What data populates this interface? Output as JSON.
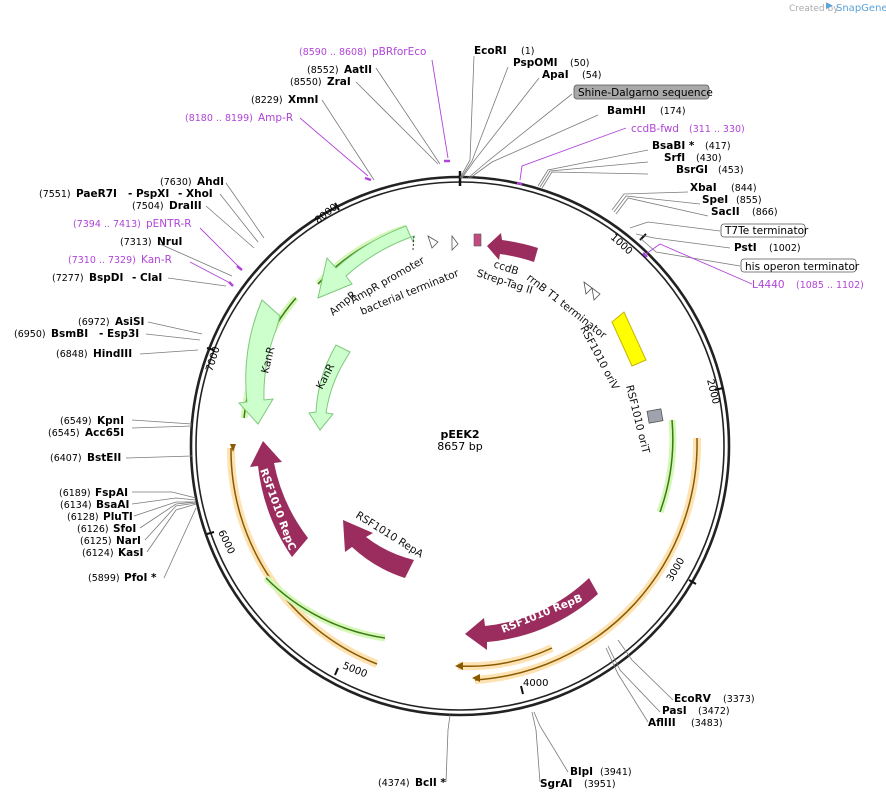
{
  "credit": {
    "prefix": "Created by",
    "brand": "SnapGene"
  },
  "plasmid": {
    "name": "pEEK2",
    "length": "8657 bp"
  },
  "ticks": [
    "1000",
    "2000",
    "3000",
    "4000",
    "5000",
    "6000",
    "7000",
    "8000"
  ],
  "sites": [
    {
      "name": "EcoRI",
      "pos": "(1)"
    },
    {
      "name": "PspOMI",
      "pos": "(50)"
    },
    {
      "name": "ApaI",
      "pos": "(54)"
    },
    {
      "name": "BamHI",
      "pos": "(174)"
    },
    {
      "name": "BsaBI *",
      "pos": "(417)"
    },
    {
      "name": "SrfI",
      "pos": "(430)"
    },
    {
      "name": "BsrGI",
      "pos": "(453)"
    },
    {
      "name": "XbaI",
      "pos": "(844)"
    },
    {
      "name": "SpeI",
      "pos": "(855)"
    },
    {
      "name": "SacII",
      "pos": "(866)"
    },
    {
      "name": "PstI",
      "pos": "(1002)"
    },
    {
      "name": "EcoRV",
      "pos": "(3373)"
    },
    {
      "name": "PasI",
      "pos": "(3472)"
    },
    {
      "name": "AflIII",
      "pos": "(3483)"
    },
    {
      "name": "BlpI",
      "pos": "(3941)"
    },
    {
      "name": "SgrAI",
      "pos": "(3951)"
    },
    {
      "name": "BclI *",
      "pos": "(4374)"
    },
    {
      "name": "PfoI *",
      "pos": "(5899)"
    },
    {
      "name": "KasI",
      "pos": "(6124)"
    },
    {
      "name": "NarI",
      "pos": "(6125)"
    },
    {
      "name": "SfoI",
      "pos": "(6126)"
    },
    {
      "name": "PluTI",
      "pos": "(6128)"
    },
    {
      "name": "BsaAI",
      "pos": "(6134)"
    },
    {
      "name": "FspAI",
      "pos": "(6189)"
    },
    {
      "name": "BstEII",
      "pos": "(6407)"
    },
    {
      "name": "Acc65I",
      "pos": "(6545)"
    },
    {
      "name": "KpnI",
      "pos": "(6549)"
    },
    {
      "name": "HindIII",
      "pos": "(6848)"
    },
    {
      "name": "BsmBI",
      "pos": "(6950)"
    },
    {
      "name": "Esp3I",
      "pos": ""
    },
    {
      "name": "AsiSI",
      "pos": "(6972)"
    },
    {
      "name": "BspDI",
      "pos": "(7277)"
    },
    {
      "name": "ClaI",
      "pos": ""
    },
    {
      "name": "NruI",
      "pos": "(7313)"
    },
    {
      "name": "DraIII",
      "pos": "(7504)"
    },
    {
      "name": "PaeR7I",
      "pos": "(7551)"
    },
    {
      "name": "PspXI",
      "pos": ""
    },
    {
      "name": "XhoI",
      "pos": ""
    },
    {
      "name": "AhdI",
      "pos": "(7630)"
    },
    {
      "name": "XmnI",
      "pos": "(8229)"
    },
    {
      "name": "ZraI",
      "pos": "(8550)"
    },
    {
      "name": "AatII",
      "pos": "(8552)"
    }
  ],
  "primers": [
    {
      "name": "pBRforEco",
      "range": "(8590 .. 8608)"
    },
    {
      "name": "Amp-R",
      "range": "(8180 .. 8199)"
    },
    {
      "name": "ccdB-fwd",
      "range": "(311 .. 330)"
    },
    {
      "name": "pENTR-R",
      "range": "(7394 .. 7413)"
    },
    {
      "name": "Kan-R",
      "range": "(7310 .. 7329)"
    },
    {
      "name": "L4440",
      "range": "(1085 .. 1102)"
    }
  ],
  "boxed_features": [
    "Shine-Dalgarno sequence",
    "T7Te terminator",
    "his operon terminator"
  ],
  "features": [
    "ccdB",
    "Strep-Tag II",
    "rrnB T1 terminator",
    "RSF1010 oriV",
    "RSF1010 oriT",
    "RSF1010 RepB",
    "RSF1010 RepA",
    "RSF1010 RepC",
    "KanR",
    "KanR",
    "AmpR",
    "AmpR promoter",
    "bacterial terminator"
  ],
  "colors": {
    "primer": "#b044d8",
    "rep": "#9b2d5e",
    "amp_kan": "#ccffcc",
    "orf": "#f5b041",
    "oriV": "#ffff00",
    "oriT": "#9ea3ad",
    "backbone": "#222222"
  }
}
